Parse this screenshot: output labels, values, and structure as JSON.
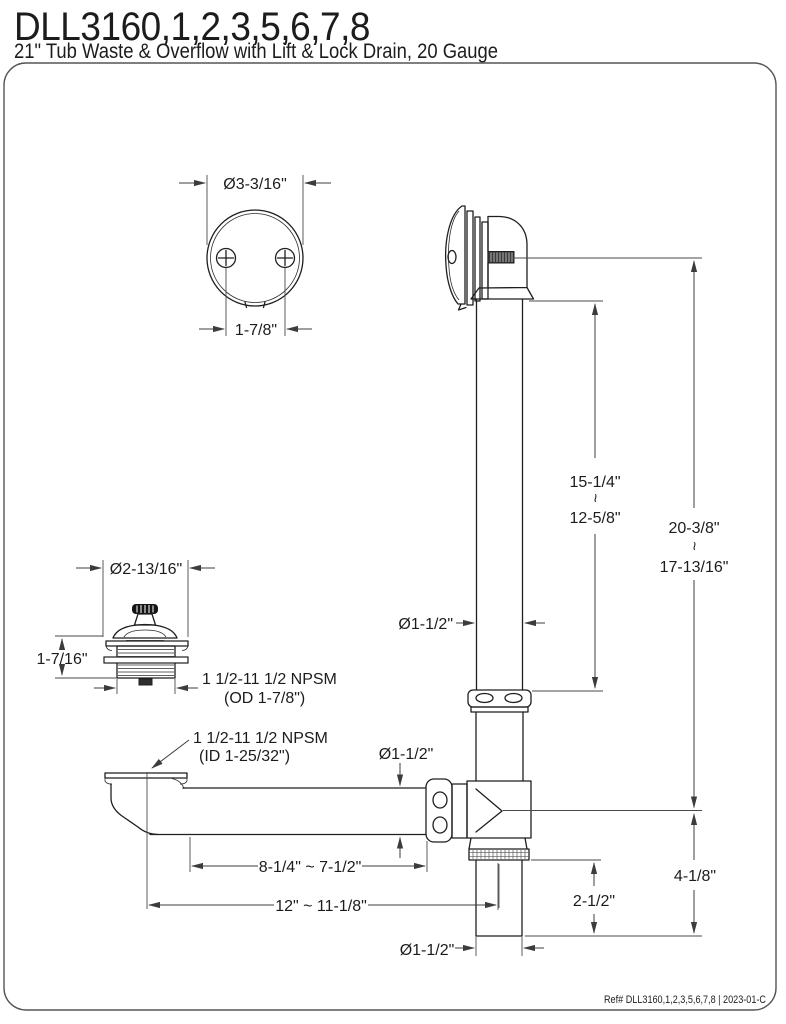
{
  "header": {
    "model": "DLL3160,1,2,3,5,6,7,8",
    "subtitle": "21\" Tub Waste & Overflow with Lift & Lock Drain, 20 Gauge"
  },
  "footer": {
    "ref": "Ref# DLL3160,1,2,3,5,6,7,8 | 2023-01-C"
  },
  "colors": {
    "line": "#1f1f1f",
    "dimension": "#3c3c3c",
    "background": "#ffffff",
    "border": "#555555"
  },
  "labels": {
    "faceplate": {
      "diameter": "Ø3-3/16\"",
      "screw_spacing": "1-7/8\""
    },
    "drain": {
      "flange_diameter": "Ø2-13/16\"",
      "body_height": "1-7/16\"",
      "thread": "1 1/2-11 1/2 NPSM",
      "thread_od": "(OD 1-7/8\")"
    },
    "waste_inlet": {
      "thread": "1 1/2-11 1/2 NPSM",
      "thread_id": "(ID 1-25/32\")"
    },
    "pipes": {
      "overflow_diameter": "Ø1-1/2\"",
      "waste_diameter": "Ø1-1/2\"",
      "tailpiece_diameter": "Ø1-1/2\""
    },
    "heights": {
      "overflow_max": "15-1/4\"",
      "overflow_tilde": "~",
      "overflow_min": "12-5/8\"",
      "overall_max": "20-3/8\"",
      "overall_tilde": "~",
      "overall_min": "17-13/16\"",
      "tee_drop": "4-1/8\"",
      "tailpiece_len": "2-1/2\""
    },
    "lengths": {
      "waste_arm": "8-1/4\" ~ 7-1/2\"",
      "overall": "12\" ~ 11-1/8\""
    }
  }
}
